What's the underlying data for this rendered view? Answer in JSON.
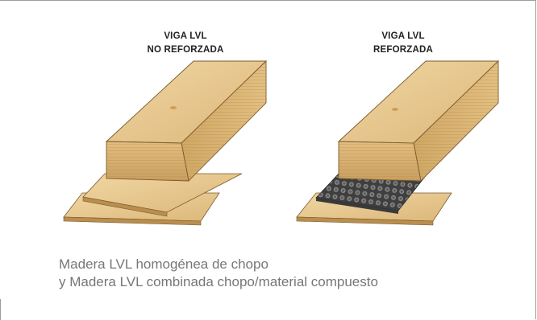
{
  "beams": [
    {
      "title_line1": "VIGA LVL",
      "title_line2": "NO REFORZADA",
      "reinforced": false
    },
    {
      "title_line1": "VIGA LVL",
      "title_line2": "REFORZADA",
      "reinforced": true
    }
  ],
  "caption": {
    "line1": "Madera LVL homogénea de chopo",
    "line2": "y Madera LVL combinada chopo/material compuesto"
  },
  "colors": {
    "wood_top": "#e8c98f",
    "wood_side": "#d6ae6c",
    "wood_front": "#dcb57a",
    "reinforcement": "#4a4a4a",
    "caption": "#777777"
  }
}
